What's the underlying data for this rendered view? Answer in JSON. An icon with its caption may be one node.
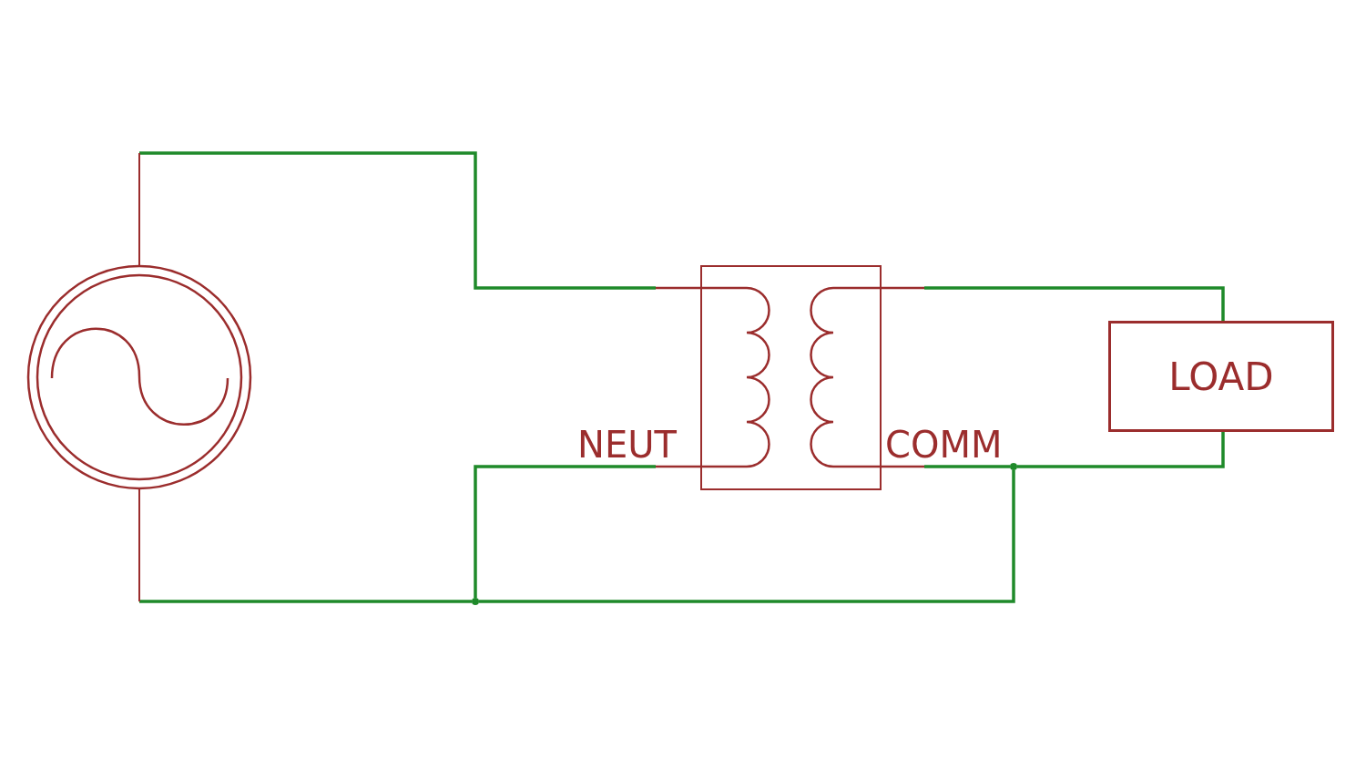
{
  "diagram": {
    "nodes": [
      {
        "text": [],
        "shape": "circle"
      },
      {
        "text": [],
        "shape": "box",
        "beside": [
          "NEUT",
          "COMM"
        ]
      },
      {
        "text": [
          "LOAD"
        ]
      },
      {
        "text": [],
        "shape": "circle"
      },
      {
        "text": [],
        "shape": "circle"
      }
    ],
    "edges": [
      {
        "from": 0,
        "to": 1,
        "arrow": "none"
      },
      {
        "from": 0,
        "to": 4,
        "arrow": "none"
      },
      {
        "from": 4,
        "to": 1,
        "arrow": "none"
      },
      {
        "from": 4,
        "to": 3,
        "arrow": "none"
      },
      {
        "from": 3,
        "to": 1,
        "arrow": "none"
      },
      {
        "from": 3,
        "to": 2,
        "arrow": "none"
      },
      {
        "from": 1,
        "to": 2,
        "arrow": "none"
      }
    ]
  }
}
